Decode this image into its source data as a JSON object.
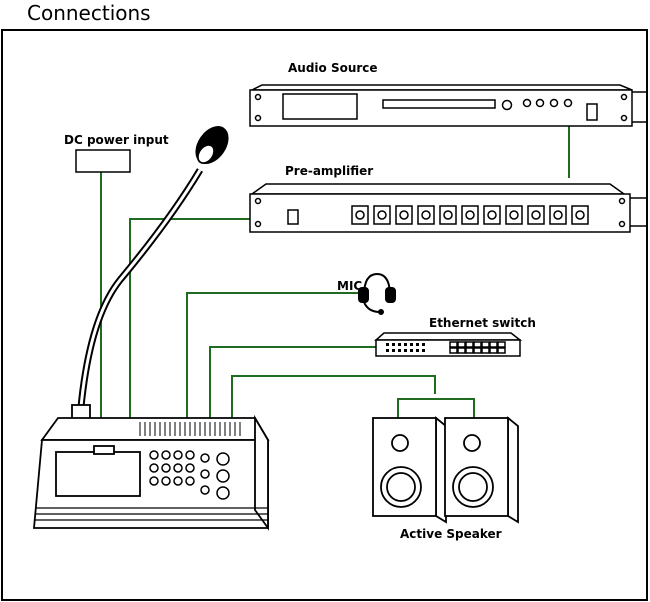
{
  "page_title": "Connections",
  "labels": {
    "audio_source": "Audio Source",
    "pre_amplifier": "Pre-amplifier",
    "dc_power_input": "DC power input",
    "mic": "MIC",
    "ethernet_switch": "Ethernet switch",
    "active_speaker": "Active Speaker"
  },
  "colors": {
    "wire": "#1f6b1f",
    "outline": "#000000",
    "background": "#ffffff"
  },
  "icons": [
    "headset-icon",
    "speaker-icon",
    "microphone-icon"
  ]
}
